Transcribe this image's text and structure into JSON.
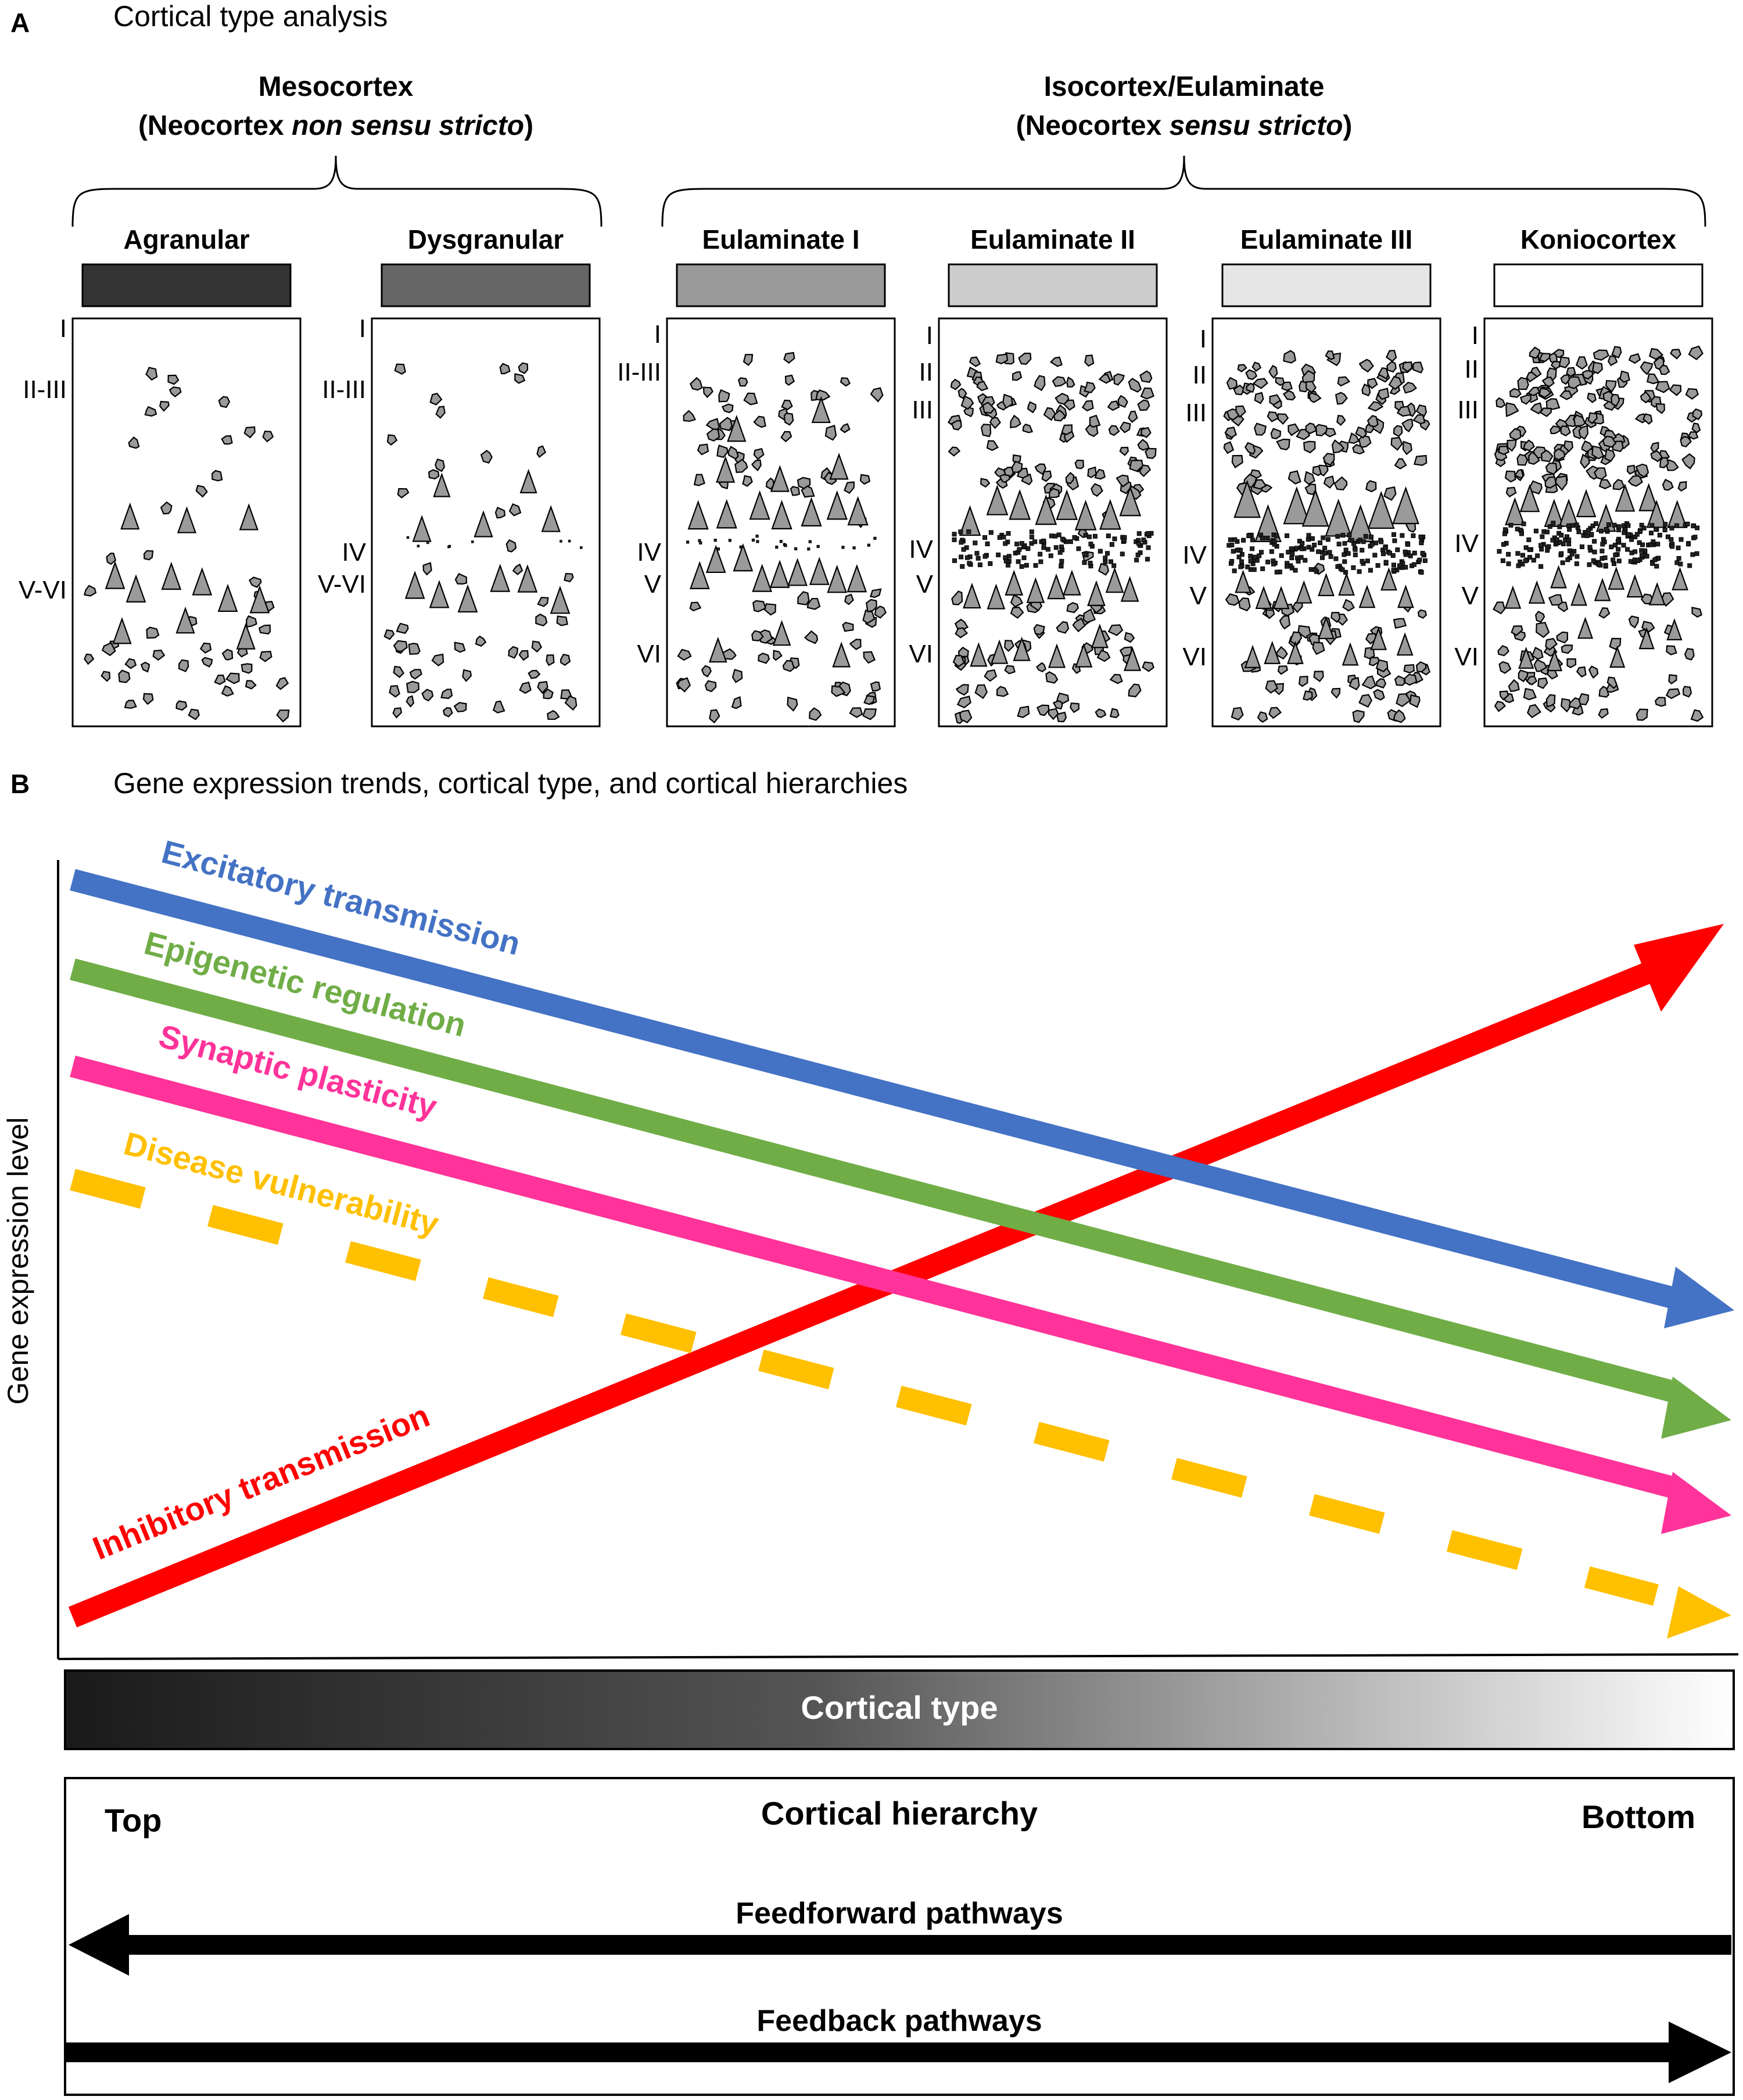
{
  "panel_a": {
    "letter": "A",
    "title": "Cortical type analysis",
    "group_meso": {
      "line1": "Mesocortex",
      "line2_pre": "(Neocortex ",
      "line2_em": "non sensu stricto",
      "line2_post": ")"
    },
    "group_iso": {
      "line1": "Isocortex/Eulaminate",
      "line2_pre": "(Neocortex ",
      "line2_em": "sensu stricto",
      "line2_post": ")"
    },
    "columns": [
      {
        "label": "Agranular",
        "swatch": "#333333",
        "layers": [
          "I",
          "II-III",
          "V-VI"
        ]
      },
      {
        "label": "Dysgranular",
        "swatch": "#666666",
        "layers": [
          "I",
          "II-III",
          "IV",
          "V-VI"
        ]
      },
      {
        "label": "Eulaminate I",
        "swatch": "#9a9a9a",
        "layers": [
          "I",
          "II-III",
          "IV",
          "V",
          "VI"
        ]
      },
      {
        "label": "Eulaminate II",
        "swatch": "#cccccc",
        "layers": [
          "I",
          "II",
          "III",
          "IV",
          "V",
          "VI"
        ]
      },
      {
        "label": "Eulaminate III",
        "swatch": "#e6e6e6",
        "layers": [
          "I",
          "II",
          "III",
          "IV",
          "V",
          "VI"
        ]
      },
      {
        "label": "Koniocortex",
        "swatch": "#ffffff",
        "layers": [
          "I",
          "II",
          "III",
          "IV",
          "V",
          "VI"
        ]
      }
    ]
  },
  "panel_b": {
    "letter": "B",
    "title": "Gene expression trends, cortical type, and cortical hierarchies",
    "y_axis_label": "Gene expression level",
    "trends": [
      {
        "name": "Excitatory transmission",
        "color": "#4472c4",
        "direction": "decreasing",
        "style": "solid"
      },
      {
        "name": "Epigenetic regulation",
        "color": "#70ad47",
        "direction": "decreasing",
        "style": "solid"
      },
      {
        "name": "Synaptic plasticity",
        "color": "#ff3399",
        "direction": "decreasing",
        "style": "solid"
      },
      {
        "name": "Disease vulnerability",
        "color": "#ffc000",
        "direction": "decreasing",
        "style": "dashed"
      },
      {
        "name": "Inhibitory transmission",
        "color": "#ff0000",
        "direction": "increasing",
        "style": "solid"
      }
    ],
    "cortical_type_bar": {
      "label": "Cortical type",
      "gradient_from": "#1a1a1a",
      "gradient_to": "#ffffff"
    },
    "hierarchy": {
      "title": "Cortical hierarchy",
      "left_label": "Top",
      "right_label": "Bottom",
      "feedforward_label": "Feedforward pathways",
      "feedforward_direction": "toward Top",
      "feedback_label": "Feedback pathways",
      "feedback_direction": "toward Bottom"
    }
  }
}
